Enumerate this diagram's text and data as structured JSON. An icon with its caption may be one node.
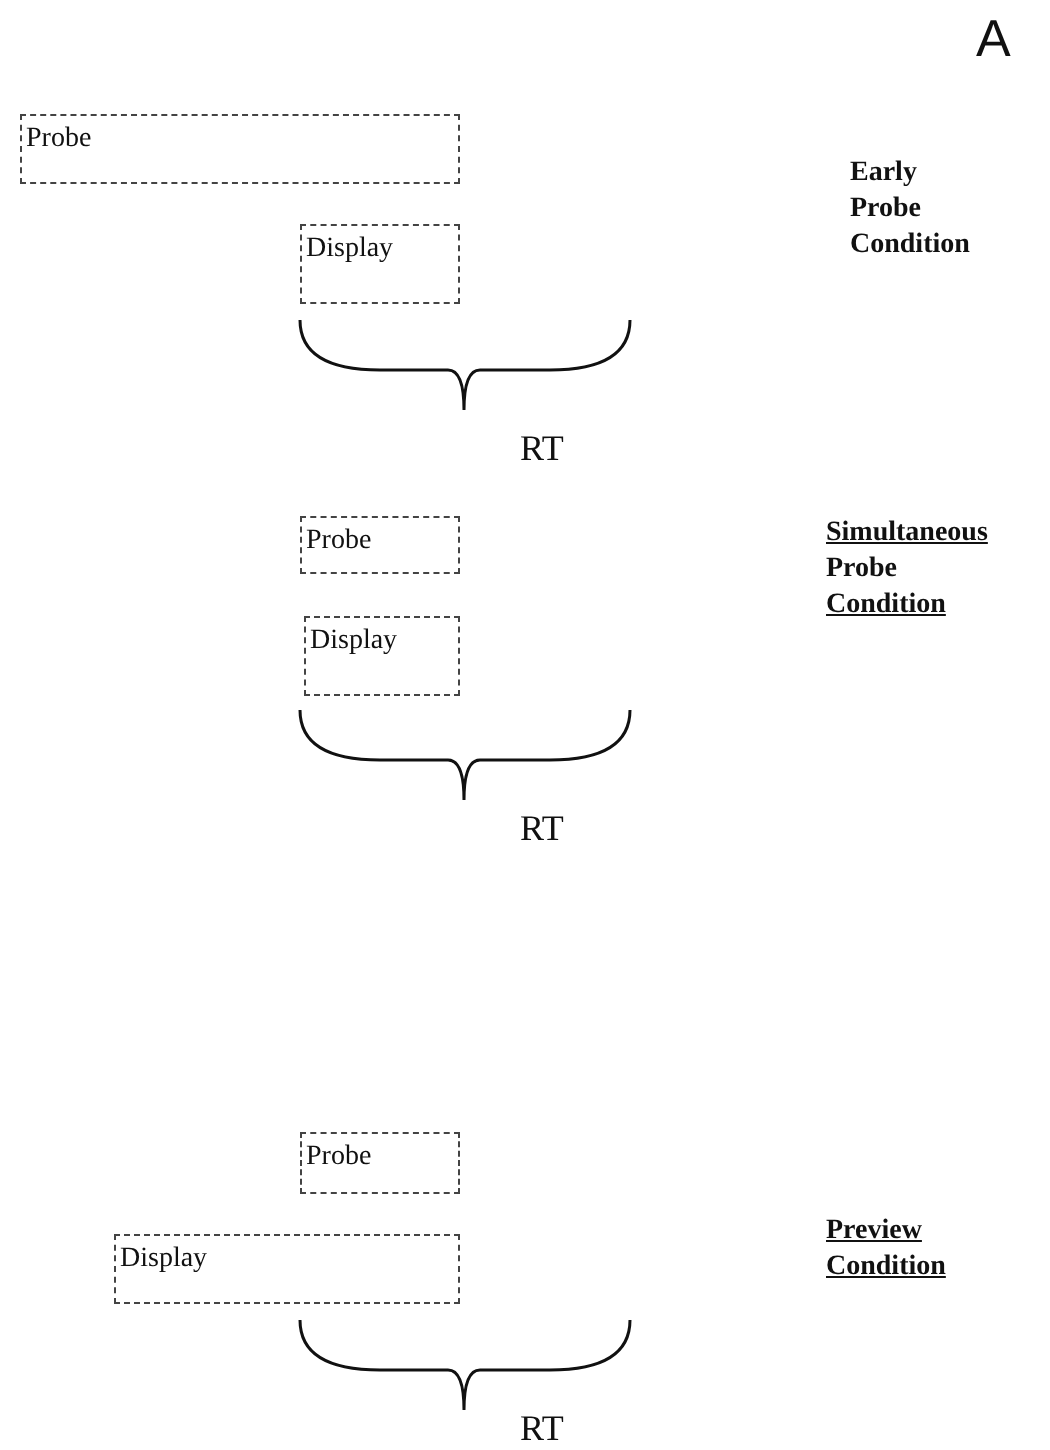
{
  "diagram": {
    "nodes": [
      {
        "text": [
          "Probe"
        ]
      },
      {
        "text": [
          "Display"
        ]
      },
      {
        "text": [
          "Probe"
        ]
      },
      {
        "text": [
          "Display"
        ]
      },
      {
        "text": [
          "Probe"
        ]
      },
      {
        "text": [
          "Display"
        ]
      }
    ],
    "edges": [],
    "labels": [
      "A",
      "Early Probe Condition",
      "RT",
      "Simultaneous Probe Condition",
      "RT",
      "Preview Condition",
      "RT"
    ]
  }
}
